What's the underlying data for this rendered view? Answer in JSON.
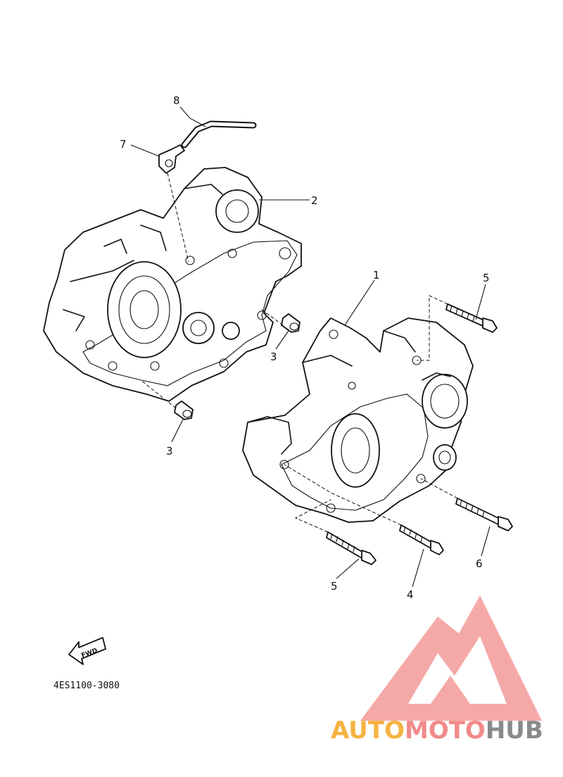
{
  "callouts": {
    "c1": "1",
    "c2": "2",
    "c3a": "3",
    "c3b": "3",
    "c4": "4",
    "c5a": "5",
    "c5b": "5",
    "c6": "6",
    "c7": "7",
    "c8": "8"
  },
  "fwd_arrow_label": "FWD",
  "diagram_code": "4ES1100-3080",
  "watermark": {
    "part1": "AUTO",
    "part2": "MOTO",
    "part3": "HUB",
    "colors": {
      "auto": "#f5b342",
      "moto": "#f28a8a",
      "hub": "#8a8a8a",
      "logo": "#f49a9a"
    }
  }
}
